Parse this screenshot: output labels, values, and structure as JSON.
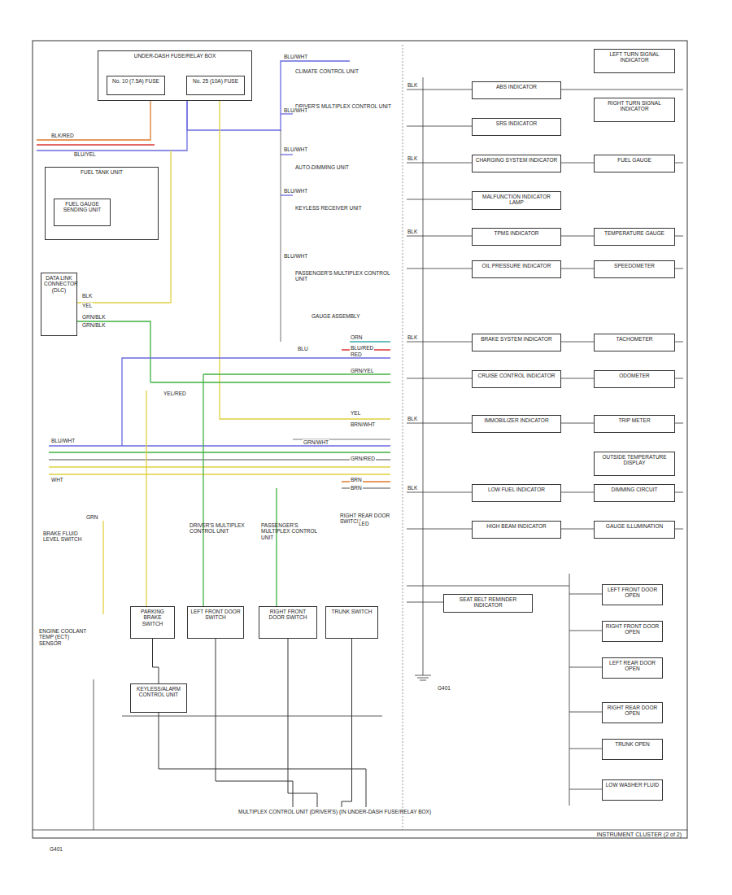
{
  "diagram": {
    "caption": "INSTRUMENT CLUSTER (2 of 2)",
    "nodes": [
      {
        "text": [
          "UNDER-DASH FUSE/RELAY BOX"
        ]
      },
      {
        "text": [
          "No. 10 (7.5A) FUSE"
        ],
        "in": 0
      },
      {
        "text": [
          "No. 25 (10A) FUSE"
        ],
        "in": 0
      },
      {
        "text": [
          "FUEL TANK UNIT"
        ]
      },
      {
        "text": [
          "FUEL GAUGE SENDING UNIT"
        ],
        "in": 3
      },
      {
        "text": [
          "DATA LINK CONNECTOR (DLC)"
        ]
      },
      {
        "text": [
          "CLIMATE CONTROL UNIT"
        ]
      },
      {
        "text": [
          "DRIVER'S MULTIPLEX CONTROL UNIT"
        ]
      },
      {
        "text": [
          "AUTO-DIMMING UNIT"
        ]
      },
      {
        "text": [
          "KEYLESS RECEIVER UNIT"
        ]
      },
      {
        "text": [
          "PASSENGER'S MULTIPLEX CONTROL UNIT"
        ]
      },
      {
        "text": [
          "GAUGE ASSEMBLY"
        ]
      },
      {
        "text": [
          "ENGINE COOLANT TEMP (ECT) SENSOR"
        ]
      },
      {
        "text": [
          "PARKING BRAKE SWITCH"
        ]
      },
      {
        "text": [
          "LEFT FRONT DOOR SWITCH"
        ]
      },
      {
        "text": [
          "RIGHT FRONT DOOR SWITCH"
        ]
      },
      {
        "text": [
          "TRUNK SWITCH"
        ]
      },
      {
        "text": [
          "KEYLESS/ALARM CONTROL UNIT"
        ]
      },
      {
        "text": [
          "MULTIPLEX CONTROL UNIT (DRIVER'S) (IN UNDER-DASH FUSE/RELAY BOX)"
        ]
      },
      {
        "text": [
          "BRAKE FLUID LEVEL SWITCH"
        ]
      },
      {
        "text": [
          "DRIVER'S MULTIPLEX CONTROL UNIT"
        ]
      },
      {
        "text": [
          "PASSENGER'S MULTIPLEX CONTROL UNIT"
        ]
      },
      {
        "text": [
          "RIGHT REAR DOOR SWITCH"
        ]
      },
      {
        "text": [
          "ABS INDICATOR"
        ]
      },
      {
        "text": [
          "SRS INDICATOR"
        ]
      },
      {
        "text": [
          "CHARGING SYSTEM INDICATOR"
        ]
      },
      {
        "text": [
          "MALFUNCTION INDICATOR LAMP"
        ]
      },
      {
        "text": [
          "TPMS INDICATOR"
        ]
      },
      {
        "text": [
          "OIL PRESSURE INDICATOR"
        ]
      },
      {
        "text": [
          "BRAKE SYSTEM INDICATOR"
        ]
      },
      {
        "text": [
          "CRUISE CONTROL INDICATOR"
        ]
      },
      {
        "text": [
          "IMMOBILIZER INDICATOR"
        ]
      },
      {
        "text": [
          "LOW FUEL INDICATOR"
        ]
      },
      {
        "text": [
          "HIGH BEAM INDICATOR"
        ]
      },
      {
        "text": [
          "SEAT BELT REMINDER INDICATOR"
        ]
      },
      {
        "text": [
          "LEFT TURN SIGNAL INDICATOR"
        ]
      },
      {
        "text": [
          "RIGHT TURN SIGNAL INDICATOR"
        ]
      },
      {
        "text": [
          "FUEL GAUGE"
        ]
      },
      {
        "text": [
          "TEMPERATURE GAUGE"
        ]
      },
      {
        "text": [
          "SPEEDOMETER"
        ]
      },
      {
        "text": [
          "TACHOMETER"
        ]
      },
      {
        "text": [
          "ODOMETER"
        ]
      },
      {
        "text": [
          "TRIP METER"
        ]
      },
      {
        "text": [
          "OUTSIDE TEMPERATURE DISPLAY"
        ]
      },
      {
        "text": [
          "DIMMING CIRCUIT"
        ]
      },
      {
        "text": [
          "GAUGE ILLUMINATION"
        ]
      },
      {
        "text": [
          "LEFT FRONT DOOR OPEN"
        ]
      },
      {
        "text": [
          "RIGHT FRONT DOOR OPEN"
        ]
      },
      {
        "text": [
          "LEFT REAR DOOR OPEN"
        ]
      },
      {
        "text": [
          "RIGHT REAR DOOR OPEN"
        ]
      },
      {
        "text": [
          "TRUNK OPEN"
        ]
      },
      {
        "text": [
          "LOW WASHER FLUID"
        ]
      },
      {
        "text": [
          "G401"
        ]
      }
    ],
    "edges": [
      {
        "from": 13,
        "to": 17,
        "arrow": "none"
      },
      {
        "from": 14,
        "to": 18,
        "arrow": "none"
      },
      {
        "from": 15,
        "to": 18,
        "arrow": "none"
      },
      {
        "from": 16,
        "to": 18,
        "arrow": "none"
      },
      {
        "from": 17,
        "to": 18,
        "arrow": "none"
      }
    ],
    "labels": [
      "BLU/WHT",
      "BLU/WHT",
      "BLU/WHT",
      "BLU/WHT",
      "BLU/WHT",
      "BLU/WHT",
      "BLK/RED",
      "BLU/YEL",
      "BLK",
      "GRN/BLK",
      "YEL",
      "GRN/BLK",
      "WHT",
      "GRN",
      "ORN",
      "BLU/RED",
      "GRN/YEL",
      "RED",
      "YEL",
      "BRN/WHT",
      "GRN/RED",
      "BRN",
      "BRN",
      "GRN/WHT",
      "BLK",
      "BLK",
      "BLK",
      "BLK",
      "BLK",
      "BLK",
      "YEL/RED",
      "BLU",
      "LED",
      "G401"
    ]
  }
}
